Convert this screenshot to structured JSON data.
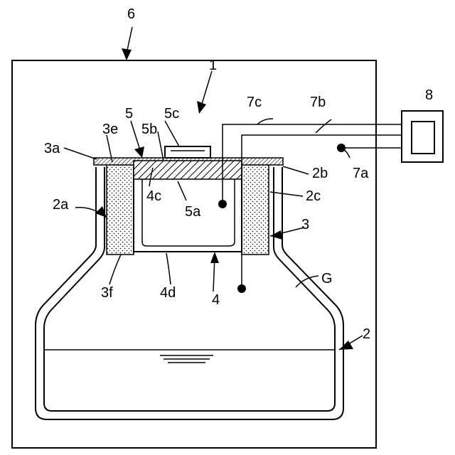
{
  "labels": {
    "l6": "6",
    "l1": "1",
    "l8": "8",
    "l5c": "5c",
    "l5": "5",
    "l7c": "7c",
    "l7b": "7b",
    "l3e": "3e",
    "l5b": "5b",
    "l3a": "3a",
    "l7a": "7a",
    "l2b": "2b",
    "l4c": "4c",
    "l2c": "2c",
    "l2a": "2a",
    "l5a": "5a",
    "l3": "3",
    "lG": "G",
    "l3f": "3f",
    "l4d": "4d",
    "l4": "4",
    "l2": "2"
  },
  "colors": {
    "line": "#000000",
    "background": "#ffffff"
  }
}
